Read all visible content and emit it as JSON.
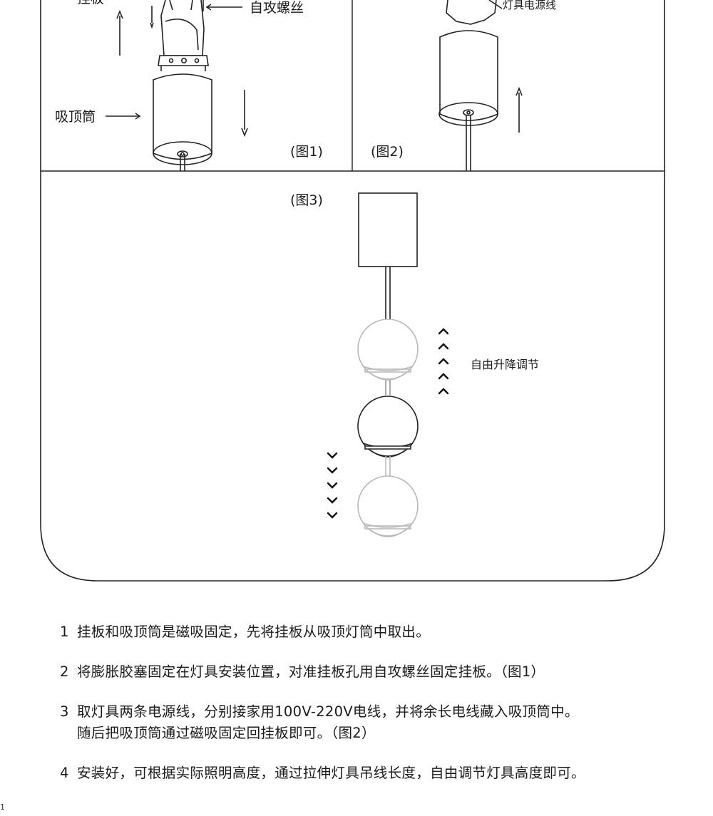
{
  "figure": {
    "labels": {
      "hanging_plate": "挂板",
      "self_tapping_screw": "自攻螺丝",
      "ceiling_cylinder": "吸顶筒",
      "power_wire": "灯具电源线",
      "fig1": "(图1)",
      "fig2": "(图2)",
      "fig3": "(图3)",
      "free_adjust": "自由升降调节"
    },
    "arrow_icons": {
      "up_chevrons": "^",
      "down_chevrons": "v"
    }
  },
  "steps": [
    {
      "num": "1",
      "lines": [
        "挂板和吸顶筒是磁吸固定，先将挂板从吸顶灯筒中取出。"
      ]
    },
    {
      "num": "2",
      "lines": [
        "将膨胀胶塞固定在灯具安装位置，对准挂板孔用自攻螺丝固定挂板。（图1）"
      ]
    },
    {
      "num": "3",
      "lines": [
        "取灯具两条电源线，分别接家用100V-220V电线，并将余长电线藏入吸顶筒中。",
        "随后把吸顶筒通过磁吸固定回挂板即可。（图2）"
      ]
    },
    {
      "num": "4",
      "lines": [
        "安装好，可根据实际照明高度，通过拉伸灯具吊线长度，自由调节灯具高度即可。"
      ]
    }
  ],
  "page_number": "1"
}
